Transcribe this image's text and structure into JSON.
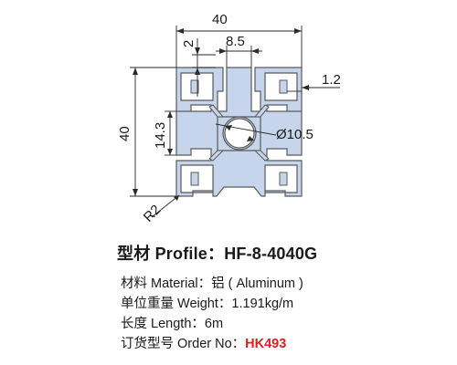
{
  "dimensions": {
    "width": "40",
    "height": "40",
    "wall_top": "2",
    "slot_width": "8.5",
    "wall_side": "1.2",
    "inner_height": "14.3",
    "bore": "Ø10.5",
    "radius": "R2"
  },
  "title": {
    "label": "型材 Profile：",
    "value": "HF-8-4040G"
  },
  "specs": [
    {
      "label": "材料 Material：",
      "value": "铝 ( Aluminum )"
    },
    {
      "label": "单位重量 Weight：",
      "value": "1.191kg/m"
    },
    {
      "label": "长度 Length：",
      "value": "6m"
    },
    {
      "label": "订货型号 Order No：",
      "value": "HK493"
    }
  ],
  "colors": {
    "profile_fill": "#c6d4ec",
    "profile_outline": "#5a5a5a",
    "order_number": "#d92020"
  }
}
